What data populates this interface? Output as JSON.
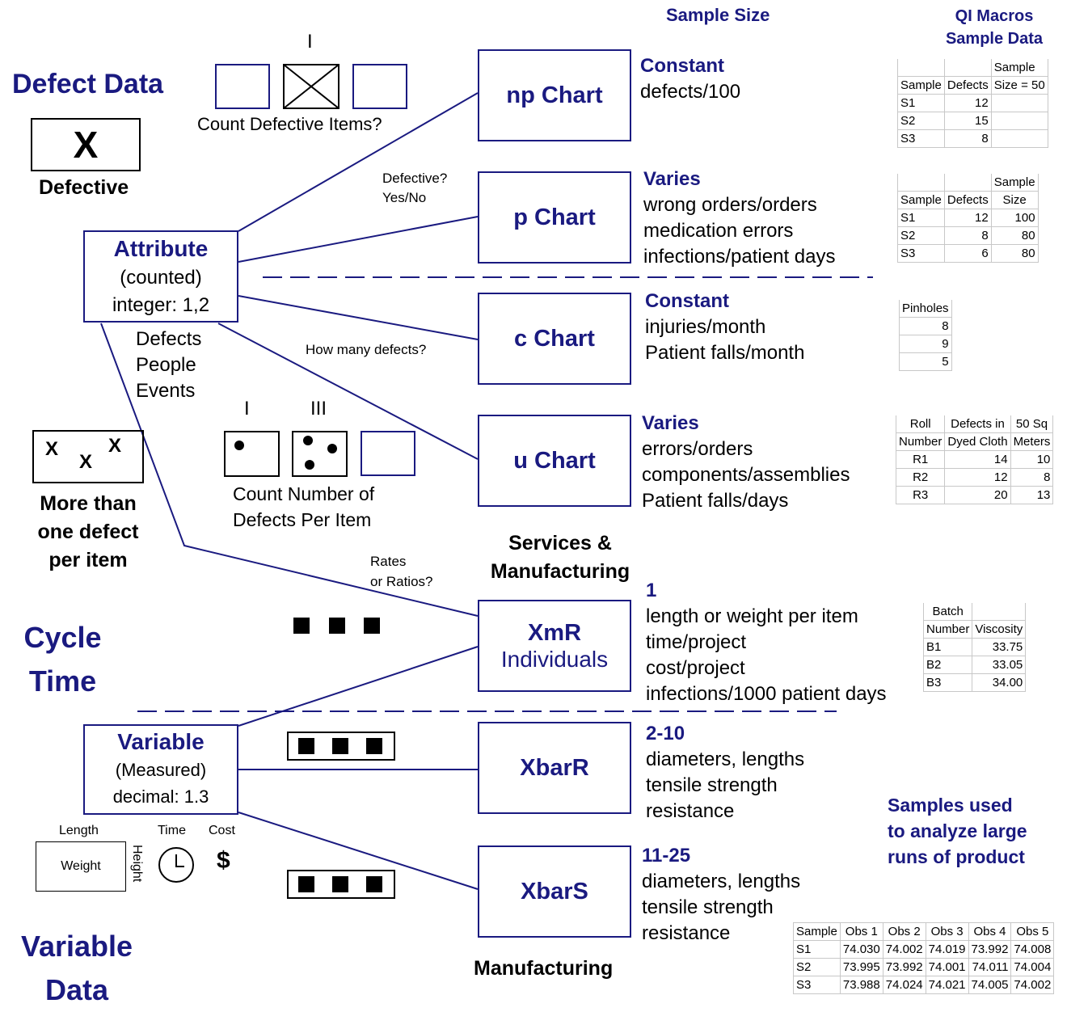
{
  "header": {
    "sample_size": "Sample Size",
    "qi_macros_line1": "QI Macros",
    "qi_macros_line2": "Sample Data"
  },
  "left": {
    "defect_data": "Defect Data",
    "defective_x": "X",
    "defective_label": "Defective",
    "multi_x": [
      "X",
      "X",
      "X"
    ],
    "multi_label": [
      "More than",
      "one defect",
      "per item"
    ],
    "cycle_time": [
      "Cycle",
      "Time"
    ],
    "variable_data": [
      "Variable",
      "Data"
    ]
  },
  "attribute_box": {
    "title": "Attribute",
    "line2": "(counted)",
    "line3": "integer: 1,2"
  },
  "attribute_list": [
    "Defects",
    "People",
    "Events"
  ],
  "variable_box": {
    "title": "Variable",
    "line2": "(Measured)",
    "line3": "decimal: 1.3"
  },
  "measures": {
    "length": "Length",
    "weight": "Weight",
    "height": "Height",
    "time": "Time",
    "cost": "Cost",
    "dollar": "$"
  },
  "count_defective": {
    "tally": "I",
    "label": "Count Defective Items?"
  },
  "count_defects": {
    "tally1": "I",
    "tally3": "III",
    "label_line1": "Count Number of",
    "label_line2": "Defects Per Item"
  },
  "questions": {
    "defective": [
      "Defective?",
      "Yes/No"
    ],
    "how_many": "How  many defects?",
    "rates": [
      "Rates",
      "or  Ratios?"
    ]
  },
  "sections": {
    "services": [
      "Services &",
      "Manufacturing"
    ],
    "manufacturing": "Manufacturing"
  },
  "charts": {
    "np": {
      "label": "np Chart",
      "heading": "Constant",
      "lines": [
        "defects/100"
      ]
    },
    "p": {
      "label": "p Chart",
      "heading": "Varies",
      "lines": [
        "wrong orders/orders",
        "medication errors",
        "infections/patient days"
      ]
    },
    "c": {
      "label": "c Chart",
      "heading": "Constant",
      "lines": [
        "injuries/month",
        "Patient falls/month"
      ]
    },
    "u": {
      "label": "u Chart",
      "heading": "Varies",
      "lines": [
        "errors/orders",
        "components/assemblies",
        "Patient falls/days"
      ]
    },
    "xmr": {
      "label": "XmR",
      "sublabel": "Individuals",
      "heading": "1",
      "lines": [
        "length or weight per item",
        "time/project",
        "cost/project",
        "infections/1000 patient days"
      ]
    },
    "xbarr": {
      "label": "XbarR",
      "heading": "2-10",
      "lines": [
        "diameters, lengths",
        "tensile strength",
        "resistance"
      ]
    },
    "xbars": {
      "label": "XbarS",
      "heading": "11-25",
      "lines": [
        "diameters, lengths",
        "tensile strength",
        "resistance"
      ]
    }
  },
  "samples_note": [
    "Samples used",
    "to analyze large",
    "runs of product"
  ],
  "tables": {
    "np": {
      "headers": [
        [
          "",
          "",
          "Sample"
        ],
        [
          "Sample",
          "Defects",
          "Size = 50"
        ]
      ],
      "rows": [
        [
          "S1",
          "12",
          ""
        ],
        [
          "S2",
          "15",
          ""
        ],
        [
          "S3",
          "8",
          ""
        ]
      ]
    },
    "p": {
      "headers": [
        [
          "",
          "",
          "Sample"
        ],
        [
          "Sample",
          "Defects",
          "Size"
        ]
      ],
      "rows": [
        [
          "S1",
          "12",
          "100"
        ],
        [
          "S2",
          "8",
          "80"
        ],
        [
          "S3",
          "6",
          "80"
        ]
      ]
    },
    "c": {
      "header": "Pinholes",
      "rows": [
        "8",
        "9",
        "5"
      ]
    },
    "u": {
      "headers": [
        [
          "Roll",
          "Defects in",
          "50 Sq"
        ],
        [
          "Number",
          "Dyed Cloth",
          "Meters"
        ]
      ],
      "rows": [
        [
          "R1",
          "14",
          "10"
        ],
        [
          "R2",
          "12",
          "8"
        ],
        [
          "R3",
          "20",
          "13"
        ]
      ]
    },
    "xmr": {
      "headers": [
        [
          "Batch",
          ""
        ],
        [
          "Number",
          "Viscosity"
        ]
      ],
      "rows": [
        [
          "B1",
          "33.75"
        ],
        [
          "B2",
          "33.05"
        ],
        [
          "B3",
          "34.00"
        ]
      ]
    },
    "xbars": {
      "headers": [
        "Sample",
        "Obs 1",
        "Obs 2",
        "Obs 3",
        "Obs 4",
        "Obs 5"
      ],
      "rows": [
        [
          "S1",
          "74.030",
          "74.002",
          "74.019",
          "73.992",
          "74.008"
        ],
        [
          "S2",
          "73.995",
          "73.992",
          "74.001",
          "74.011",
          "74.004"
        ],
        [
          "S3",
          "73.988",
          "74.024",
          "74.021",
          "74.005",
          "74.002"
        ]
      ]
    }
  },
  "colors": {
    "navy": "#1a1a80",
    "black": "#000000"
  }
}
